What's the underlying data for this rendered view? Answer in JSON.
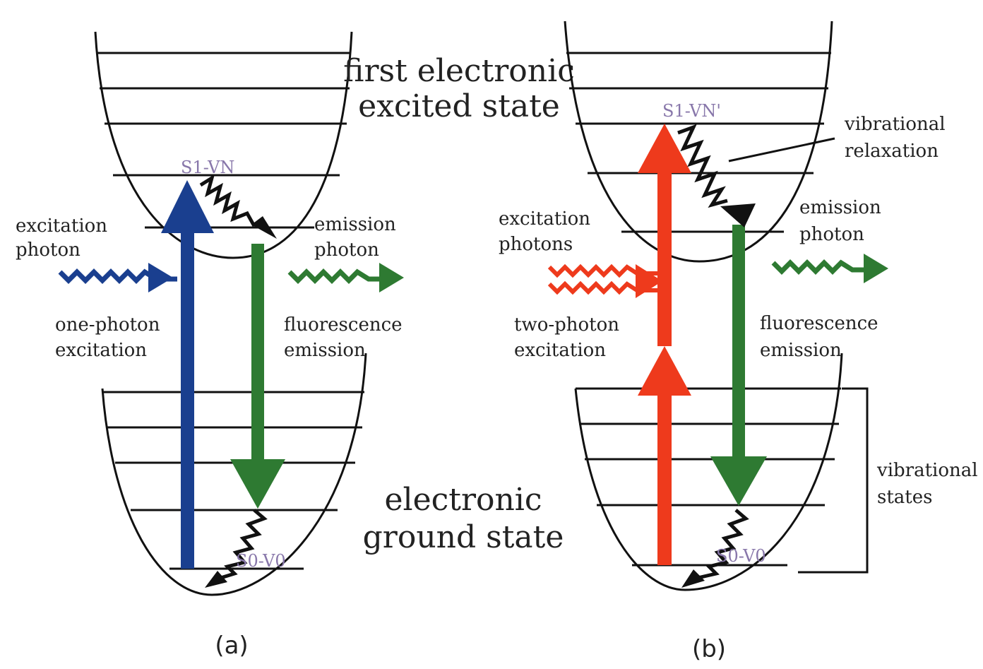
{
  "colors": {
    "one_photon": "#1a3f8f",
    "two_photon": "#ee3a1c",
    "emission": "#2e7a32",
    "relaxation": "#111111",
    "level_label": "#8877aa"
  },
  "panel_a": {
    "caption": "(a)",
    "excited_level": "S1-VN",
    "ground_level": "S0-V0",
    "excitation_line1": "excitation",
    "excitation_line2": "photon",
    "emission_line1": "emission",
    "emission_line2": "photon",
    "process_line1": "one-photon",
    "process_line2": "excitation",
    "fluor_line1": "fluorescence",
    "fluor_line2": "emission"
  },
  "shared": {
    "excited_state_line1": "first electronic",
    "excited_state_line2": "excited state",
    "ground_state_line1": "electronic",
    "ground_state_line2": "ground state"
  },
  "panel_b": {
    "caption": "(b)",
    "excited_level": "S1-VN'",
    "ground_level": "S0-V0",
    "relax_line1": "vibrational",
    "relax_line2": "relaxation",
    "excitation_line1": "excitation",
    "excitation_line2": "photons",
    "emission_line1": "emission",
    "emission_line2": "photon",
    "process_line1": "two-photon",
    "process_line2": "excitation",
    "fluor_line1": "fluorescence",
    "fluor_line2": "emission",
    "states_line1": "vibrational",
    "states_line2": "states"
  }
}
